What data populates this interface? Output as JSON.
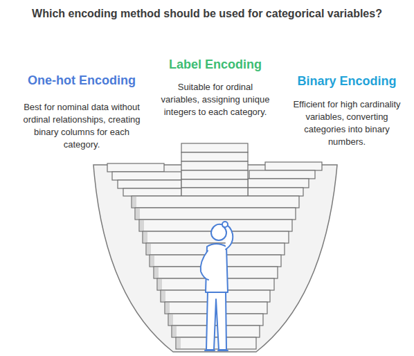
{
  "diagram": {
    "title": "Which encoding method should be used for categorical variables?",
    "nodes": [
      {
        "text": [
          "One-hot Encoding",
          "Best for nominal data without ordinal relationships, creating binary columns for each category."
        ]
      },
      {
        "text": [
          "Label Encoding",
          "Suitable for ordinal variables, assigning unique integers to each category."
        ]
      },
      {
        "text": [
          "Binary Encoding",
          "Efficient for high cardinality variables, converting categories into binary numbers."
        ]
      }
    ]
  }
}
